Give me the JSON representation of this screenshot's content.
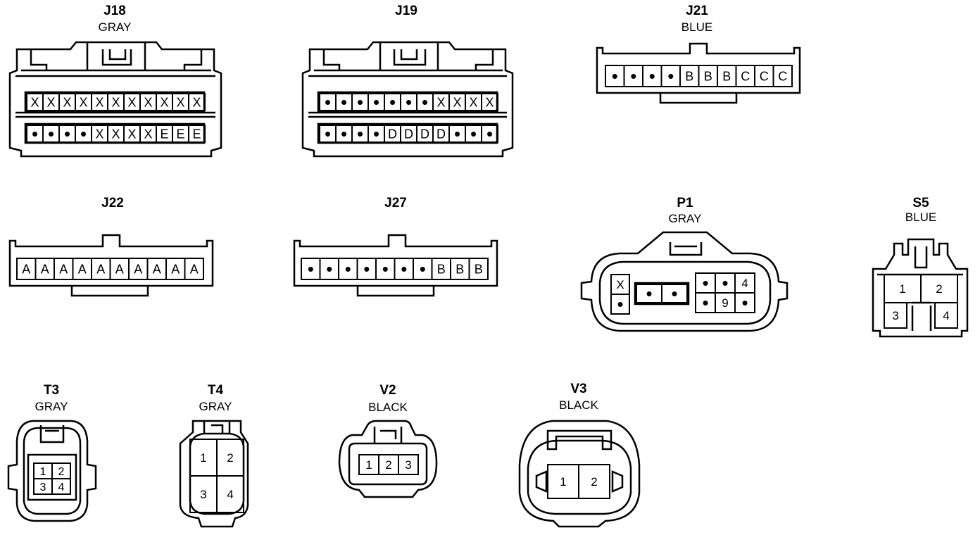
{
  "connectors": {
    "j18": {
      "name": "J18",
      "color": "GRAY",
      "top_row": [
        "X",
        "X",
        "X",
        "X",
        "X",
        "X",
        "X",
        "X",
        "X",
        "X",
        "X"
      ],
      "bottom_row": [
        "•",
        "•",
        "•",
        "•",
        "X",
        "X",
        "X",
        "X",
        "E",
        "E",
        "E"
      ]
    },
    "j19": {
      "name": "J19",
      "color": "",
      "top_row": [
        "•",
        "•",
        "•",
        "•",
        "•",
        "•",
        "•",
        "X",
        "X",
        "X",
        "X"
      ],
      "bottom_row": [
        "•",
        "•",
        "•",
        "•",
        "D",
        "D",
        "D",
        "D",
        "•",
        "•",
        "•"
      ]
    },
    "j21": {
      "name": "J21",
      "color": "BLUE",
      "row": [
        "•",
        "•",
        "•",
        "•",
        "B",
        "B",
        "B",
        "C",
        "C",
        "C"
      ]
    },
    "j22": {
      "name": "J22",
      "color": "",
      "row": [
        "A",
        "A",
        "A",
        "A",
        "A",
        "A",
        "A",
        "A",
        "A",
        "A"
      ]
    },
    "j27": {
      "name": "J27",
      "color": "",
      "row": [
        "•",
        "•",
        "•",
        "•",
        "•",
        "•",
        "•",
        "B",
        "B",
        "B"
      ]
    },
    "p1": {
      "name": "P1",
      "color": "GRAY",
      "left_cells": [
        "X",
        "•"
      ],
      "middle_cells": [
        "•",
        "•"
      ],
      "right_top": [
        "•",
        "•",
        "4"
      ],
      "right_bottom": [
        "•",
        "9",
        "•"
      ]
    },
    "s5": {
      "name": "S5",
      "color": "BLUE",
      "pins": [
        "1",
        "2",
        "3",
        "4"
      ]
    },
    "t3": {
      "name": "T3",
      "color": "GRAY",
      "pins": [
        "1",
        "2",
        "3",
        "4"
      ]
    },
    "t4": {
      "name": "T4",
      "color": "GRAY",
      "pins": [
        "1",
        "2",
        "3",
        "4"
      ]
    },
    "v2": {
      "name": "V2",
      "color": "BLACK",
      "pins": [
        "1",
        "2",
        "3"
      ]
    },
    "v3": {
      "name": "V3",
      "color": "BLACK",
      "pins": [
        "1",
        "2"
      ]
    }
  }
}
